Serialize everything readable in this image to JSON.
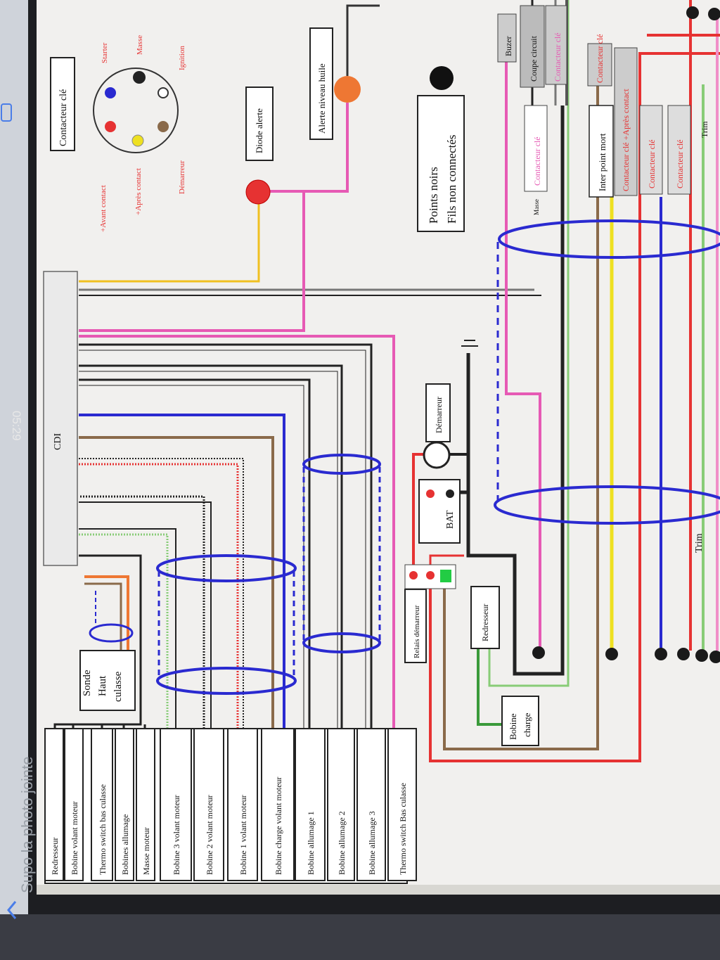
{
  "top_bar": {
    "time": "05:29",
    "caption": "Supo la photo jointe",
    "back_icon": "chevron-left-icon"
  },
  "diagram": {
    "left_labels": [
      "Redresseur",
      "Bobine volant moteur",
      "Thermo switch bas culasse",
      "Bobines allumage",
      "Masse moteur",
      "Bobine 3 volant moteur",
      "Bobine 2 volant moteur",
      "Bobine 1 volant moteur",
      "Bobine charge volant moteur",
      "Bobine allumage 1",
      "Bobine allumage 2",
      "Bobine allumage 3",
      "Thermo switch  Bas culasse"
    ],
    "sonde_lines": [
      "Sonde",
      "Haut",
      "culasse"
    ],
    "cdi": "CDI",
    "connector": {
      "title": "Contacteur clé",
      "pins": [
        "Starter",
        "Masse",
        "Ignition",
        "Démarreur",
        "+Après contact",
        "+Avant contact"
      ]
    },
    "diode": "Diode alerte",
    "oil_alert": "Alerte niveau huile",
    "notes_lines": [
      "Points noirs",
      "Fils non connectés"
    ],
    "relais": "Relais démarreur",
    "bat": "BAT",
    "demarreur": "Démarreur",
    "redresseur": "Redresseur",
    "bobine_charge_lines": [
      "Bobine",
      "charge"
    ],
    "right_labels": {
      "buzer": "Buzer",
      "coupe_circuit": "Coupe circuit",
      "contacteur_top": "Contacteur clé",
      "contacteur_pink": "Contacteur clé",
      "masse_small": "Masse",
      "contacteur_r1": "Contacteur clé",
      "inter_point_mort": "Inter point mort",
      "contacteur_apres": "Contacteur clé +Après contact",
      "contacteur_r2": "Contacteur clé",
      "contacteur_r3": "Contacteur clé",
      "trim_bottom": "Trim",
      "trim_right": "Trim"
    },
    "colors": {
      "paper": "#f1f0ee",
      "red": "#e63232",
      "pink": "#e65ab4",
      "blue": "#2a2ad0",
      "yellow": "#eee020",
      "orange": "#ee7733",
      "brown": "#8a6a4a",
      "green": "#3a9a3a",
      "light_green": "#88cc77",
      "black": "#222222"
    }
  }
}
